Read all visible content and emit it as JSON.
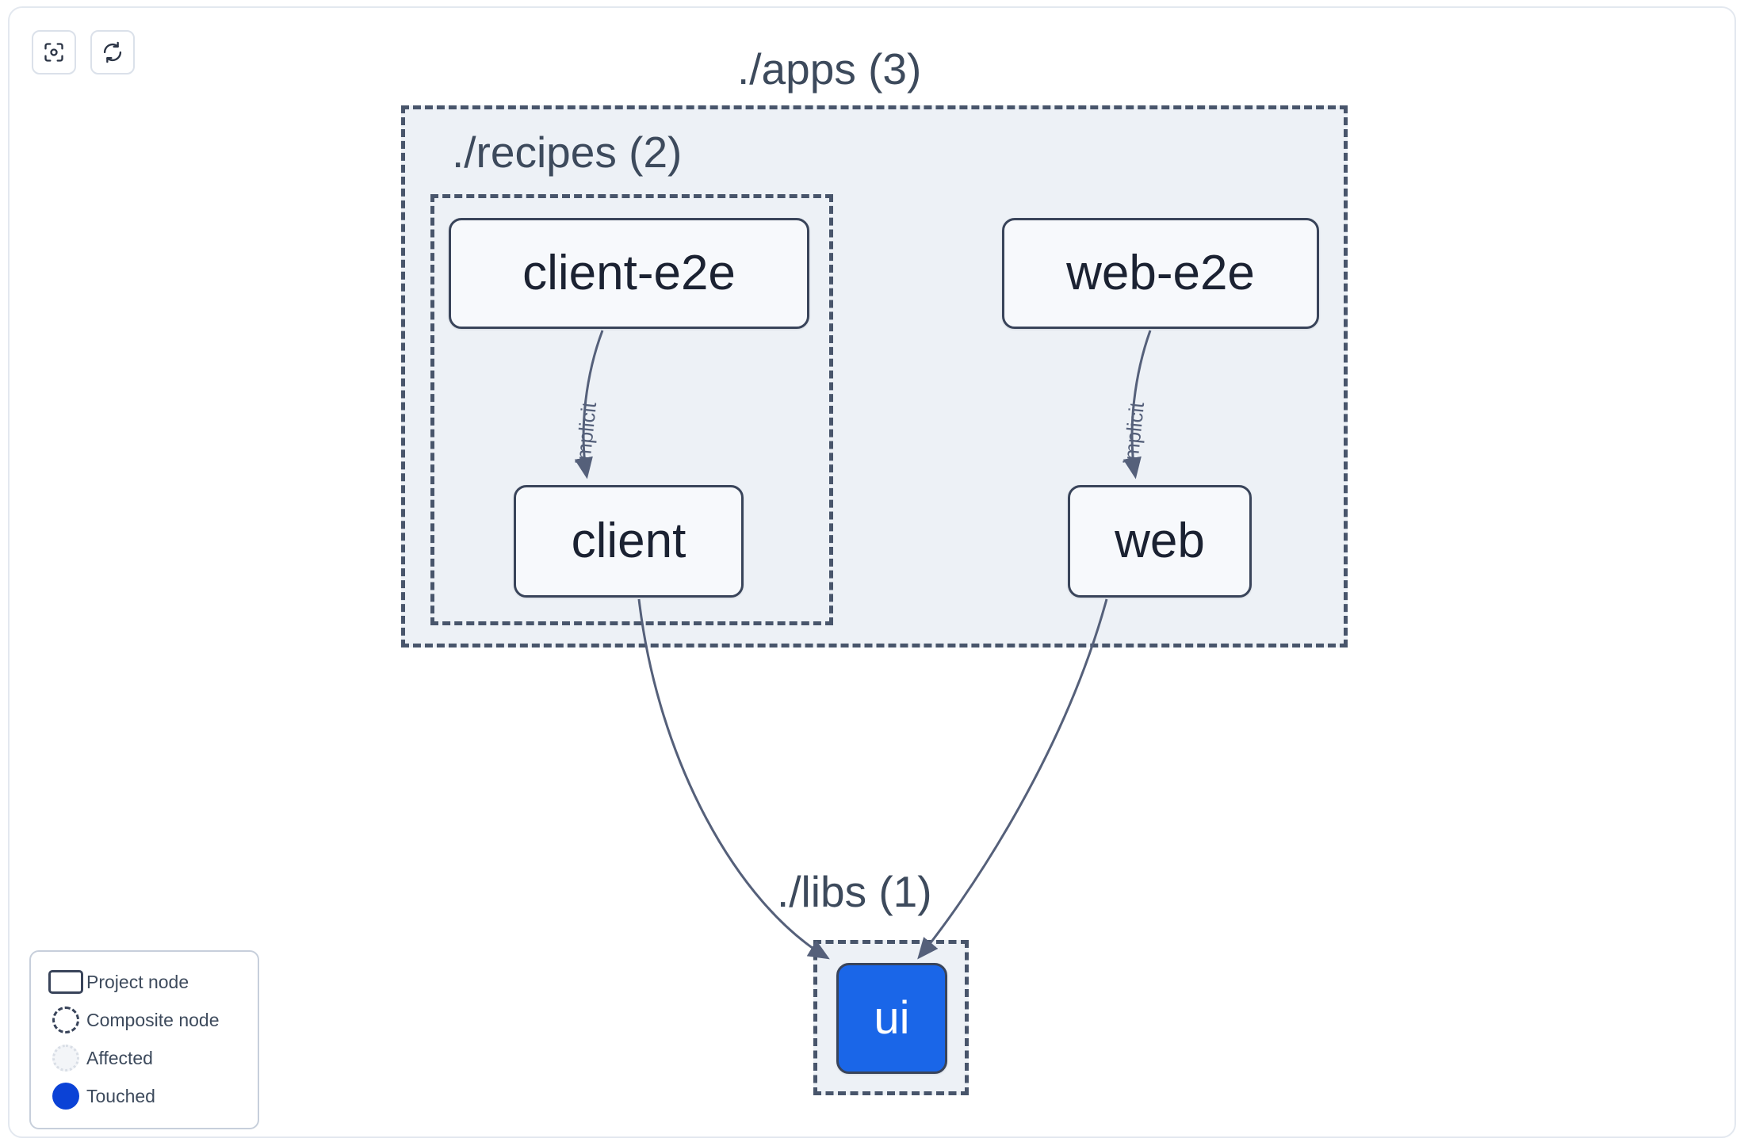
{
  "toolbar": {
    "buttons": [
      {
        "name": "focus-graph-button",
        "icon": "focus-target-icon",
        "label": ""
      },
      {
        "name": "refresh-graph-button",
        "icon": "refresh-sync-icon",
        "label": ""
      }
    ]
  },
  "graph": {
    "groups": [
      {
        "id": "apps",
        "label": "./apps (3)",
        "count": 3
      },
      {
        "id": "recipes",
        "label": "./recipes (2)",
        "count": 2
      },
      {
        "id": "libs",
        "label": "./libs (1)",
        "count": 1
      }
    ],
    "nodes": [
      {
        "id": "client-e2e",
        "label": "client-e2e",
        "state": "project",
        "group": "recipes"
      },
      {
        "id": "client",
        "label": "client",
        "state": "project",
        "group": "recipes"
      },
      {
        "id": "web-e2e",
        "label": "web-e2e",
        "state": "project",
        "group": "apps"
      },
      {
        "id": "web",
        "label": "web",
        "state": "project",
        "group": "apps"
      },
      {
        "id": "ui",
        "label": "ui",
        "state": "touched",
        "group": "libs"
      }
    ],
    "edges": [
      {
        "from": "client-e2e",
        "to": "client",
        "label": "implicit"
      },
      {
        "from": "web-e2e",
        "to": "web",
        "label": "implicit"
      },
      {
        "from": "client",
        "to": "ui",
        "label": ""
      },
      {
        "from": "web",
        "to": "ui",
        "label": ""
      }
    ]
  },
  "legend": {
    "items": [
      {
        "swatch": "project-node-swatch",
        "label": "Project node"
      },
      {
        "swatch": "composite-node-swatch",
        "label": "Composite node"
      },
      {
        "swatch": "affected-swatch",
        "label": "Affected"
      },
      {
        "swatch": "touched-swatch",
        "label": "Touched"
      }
    ]
  },
  "colors": {
    "touched": "#0b42d6",
    "node_touched_fill": "#1a66e8",
    "node_border": "#39445a",
    "node_fill": "#f7f9fc",
    "group_fill": "#edf1f6",
    "group_border": "#48556b",
    "edge": "#55607a",
    "text": "#3d4a5c"
  }
}
